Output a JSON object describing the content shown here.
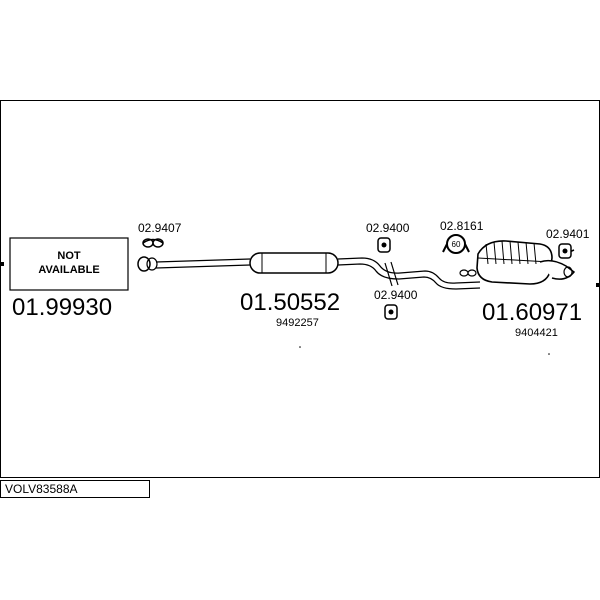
{
  "diagram": {
    "not_available_line1": "NOT",
    "not_available_line2": "AVAILABLE",
    "parts": {
      "front": {
        "number": "01.99930"
      },
      "middle": {
        "number": "01.50552",
        "oem": "9492257"
      },
      "rear": {
        "number": "01.60971",
        "oem": "9404421"
      }
    },
    "fittings": {
      "clamp_front": "02.9407",
      "hanger_mid_upper": "02.9400",
      "hanger_mid_lower": "02.9400",
      "hanger_rear_ring": "02.8161",
      "hanger_rear_ring_inner": "60",
      "hanger_rear_end": "02.9401"
    }
  },
  "footer": {
    "code": "VOLV83588A"
  }
}
